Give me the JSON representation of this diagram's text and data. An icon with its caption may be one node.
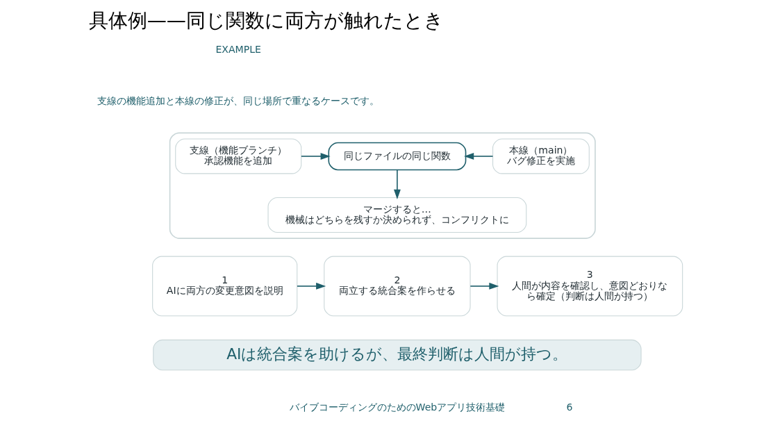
{
  "diagram": {
    "title": "具体例——同じ関数に両方が触れたとき",
    "nodes": [
      {
        "text": [],
        "shape": "box"
      },
      {
        "text": [
          "支線（機能ブランチ）",
          "承認機能を追加"
        ],
        "in": 0
      },
      {
        "text": [
          "同じファイルの同じ関数"
        ],
        "in": 0
      },
      {
        "text": [
          "本線（main）",
          "バグ修正を実施"
        ],
        "in": 0
      },
      {
        "text": [
          "マージすると…",
          "機械はどちらを残すか決められず、コンフリクトに"
        ],
        "in": 0
      },
      {
        "text": [
          "1",
          "AIに両方の変更意図を説明"
        ]
      },
      {
        "text": [
          "2",
          "両立する統合案を作らせる"
        ]
      },
      {
        "text": [
          "3",
          "人間が内容を確認し、意図どおりなら確定（判断は人間が持つ）"
        ]
      },
      {
        "text": [
          "AIは統合案を助けるが、最終判断は人間が持つ。"
        ]
      }
    ],
    "edges": [
      {
        "from": 1,
        "to": 2,
        "arrow": "to"
      },
      {
        "from": 3,
        "to": 2,
        "arrow": "to"
      },
      {
        "from": 2,
        "to": 4,
        "arrow": "to"
      },
      {
        "from": 5,
        "to": 6,
        "arrow": "to"
      },
      {
        "from": 6,
        "to": 7,
        "arrow": "to"
      }
    ],
    "labels": [
      "EXAMPLE",
      "支線の機能追加と本線の修正が、同じ場所で重なるケースです。",
      "バイブコーディングのためのWebアプリ技術基礎",
      "6"
    ]
  }
}
